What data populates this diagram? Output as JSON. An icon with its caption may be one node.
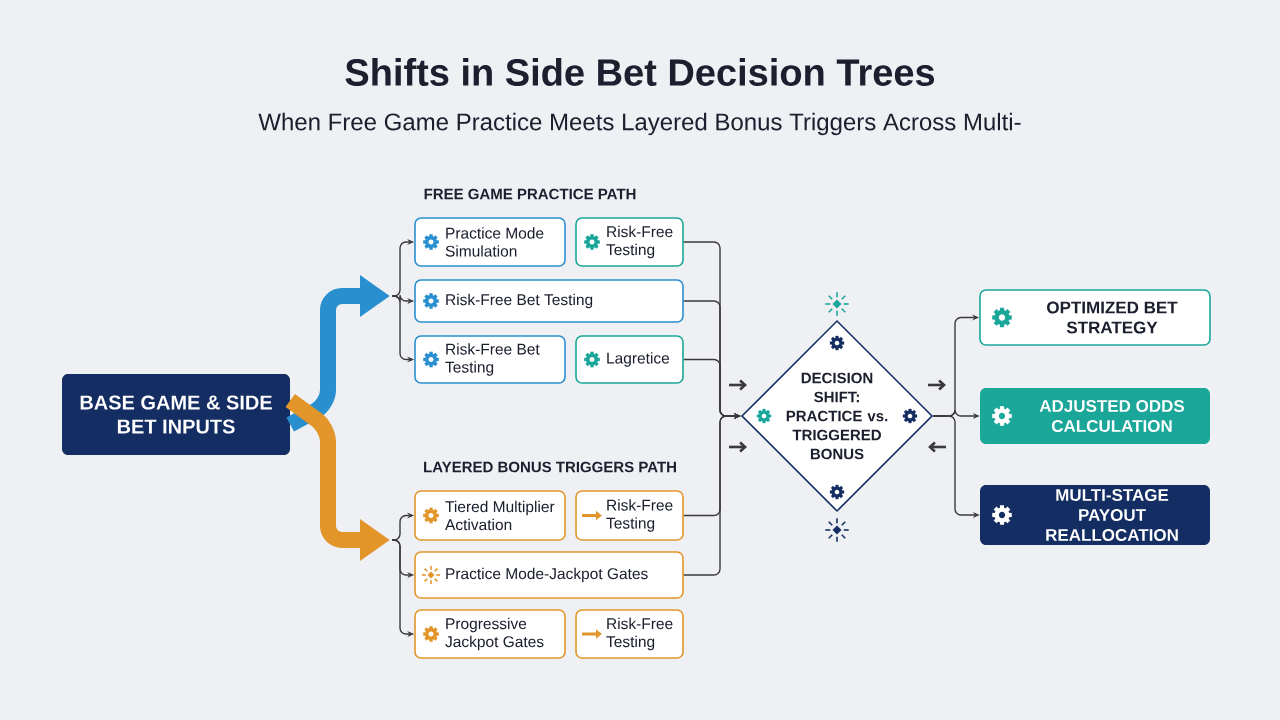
{
  "diagram": {
    "title": "Shifts in Side Bet Decision Trees",
    "nodes": [
      {
        "text": [
          "BASE GAME & SIDE BET INPUTS"
        ]
      },
      {
        "text": [
          "Practice Mode Simulation"
        ]
      },
      {
        "text": [
          "Risk-Free Testing"
        ]
      },
      {
        "text": [
          "Risk-Free Bet Testing"
        ]
      },
      {
        "text": [
          "Risk-Free Bet Testing"
        ]
      },
      {
        "text": [
          "Lagretice"
        ]
      },
      {
        "text": [
          "Tiered Multiplier Activation"
        ]
      },
      {
        "text": [
          "Risk-Free Testing"
        ]
      },
      {
        "text": [
          "Practice Mode-Jackpot Gates"
        ]
      },
      {
        "text": [
          "Progressive Jackpot Gates"
        ]
      },
      {
        "text": [
          "Risk-Free Testing"
        ]
      },
      {
        "text": [
          "DECISION SHIFT: PRACTICE vs. TRIGGERED BONUS"
        ]
      },
      {
        "text": [
          "OPTIMIZED BET STRATEGY"
        ]
      },
      {
        "text": [
          "ADJUSTED ODDS CALCULATION"
        ]
      },
      {
        "text": [
          "MULTI-STAGE PAYOUT REALLOCATION"
        ]
      }
    ],
    "edges": [
      {
        "from": 0,
        "to": null,
        "arrow": "to",
        "style": "thick",
        "color": "#2a8fcf"
      },
      {
        "from": 0,
        "to": null,
        "arrow": "to",
        "style": "thick",
        "color": "#e2962a"
      },
      {
        "from": null,
        "to": 1,
        "arrow": "to"
      },
      {
        "from": null,
        "to": 3,
        "arrow": "to"
      },
      {
        "from": null,
        "to": 4,
        "arrow": "to"
      },
      {
        "from": null,
        "to": 6,
        "arrow": "to"
      },
      {
        "from": null,
        "to": 8,
        "arrow": "to"
      },
      {
        "from": null,
        "to": 9,
        "arrow": "to"
      },
      {
        "from": 2,
        "to": 11,
        "arrow": "to"
      },
      {
        "from": 3,
        "to": 11,
        "arrow": "to"
      },
      {
        "from": 5,
        "to": 11,
        "arrow": "to"
      },
      {
        "from": 7,
        "to": 11,
        "arrow": "to"
      },
      {
        "from": 8,
        "to": 11,
        "arrow": "to"
      },
      {
        "from": 11,
        "to": 12,
        "arrow": "to"
      },
      {
        "from": 11,
        "to": 13,
        "arrow": "to"
      },
      {
        "from": 11,
        "to": 14,
        "arrow": "to"
      }
    ],
    "labels": [
      "When Free Game Practice Meets Layered Bonus Triggers Across Multi-",
      "FREE GAME PRACTICE PATH",
      "LAYERED BONUS TRIGGERS PATH"
    ]
  }
}
